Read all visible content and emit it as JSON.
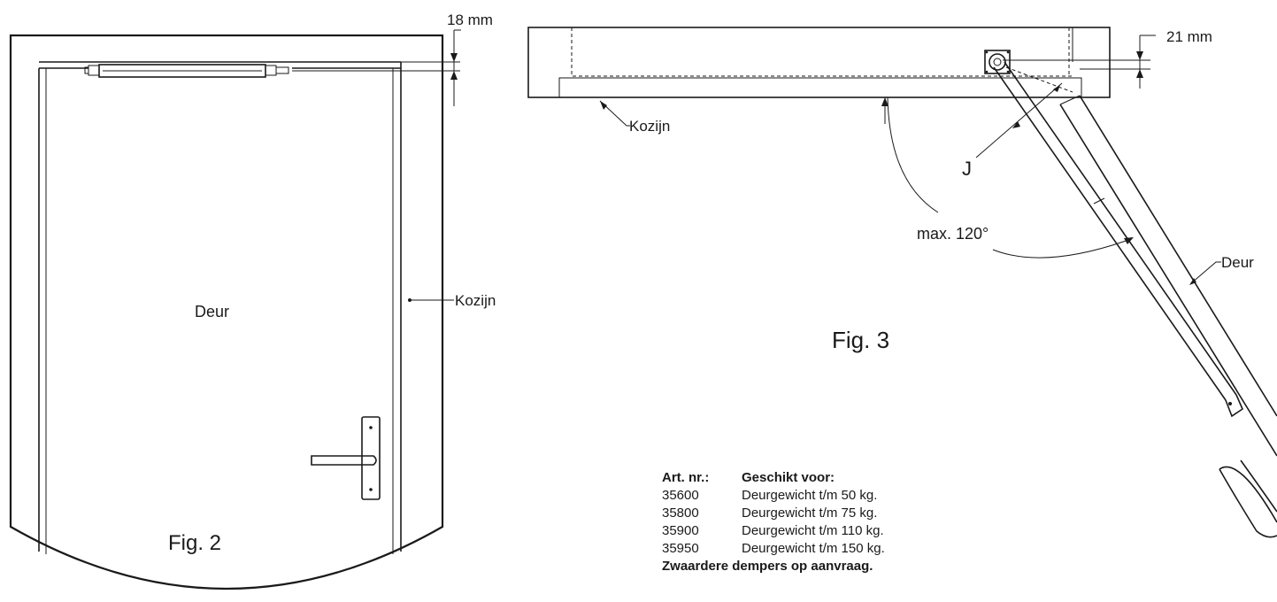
{
  "fig2": {
    "dim_label": "18 mm",
    "door_label": "Deur",
    "frame_label": "Kozijn",
    "caption": "Fig. 2"
  },
  "fig3": {
    "dim_label": "21 mm",
    "frame_label": "Kozijn",
    "j_label": "J",
    "angle_label": "max. 120°",
    "door_label": "Deur",
    "caption": "Fig. 3"
  },
  "spec_table": {
    "header_col1": "Art. nr.:",
    "header_col2": "Geschikt voor:",
    "rows": [
      {
        "art": "35600",
        "desc": "Deurgewicht t/m 50 kg."
      },
      {
        "art": "35800",
        "desc": "Deurgewicht t/m 75 kg."
      },
      {
        "art": "35900",
        "desc": "Deurgewicht t/m 110 kg."
      },
      {
        "art": "35950",
        "desc": "Deurgewicht t/m 150 kg."
      }
    ],
    "footnote": "Zwaardere dempers op aanvraag."
  }
}
